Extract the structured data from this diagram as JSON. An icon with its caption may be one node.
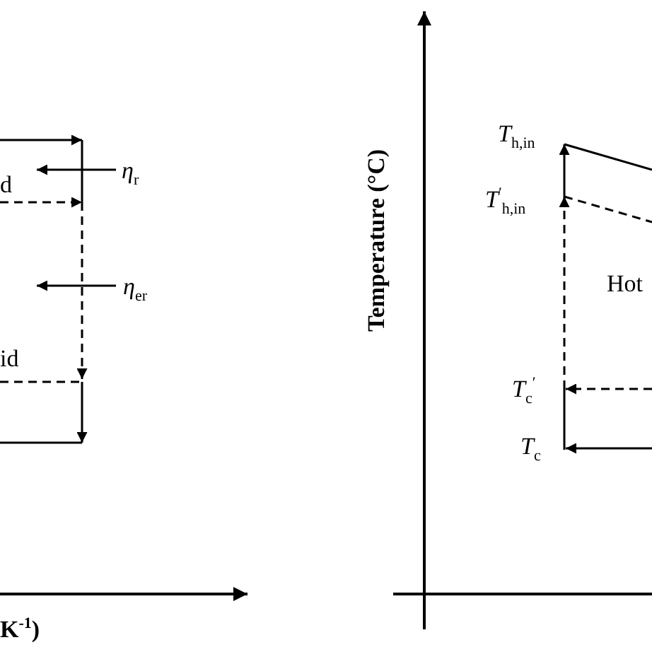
{
  "diagram": {
    "labels": [
      "d",
      "η$_{r}$",
      "η$_{er}$",
      "id",
      "K$^{-1}$)",
      "Temperature (°C)",
      "T$_{h,in}$",
      "T$^{′}$$_{h,in}$",
      "Hot",
      "T$_{c}$$^{′}$",
      "T$_{c}$"
    ]
  }
}
